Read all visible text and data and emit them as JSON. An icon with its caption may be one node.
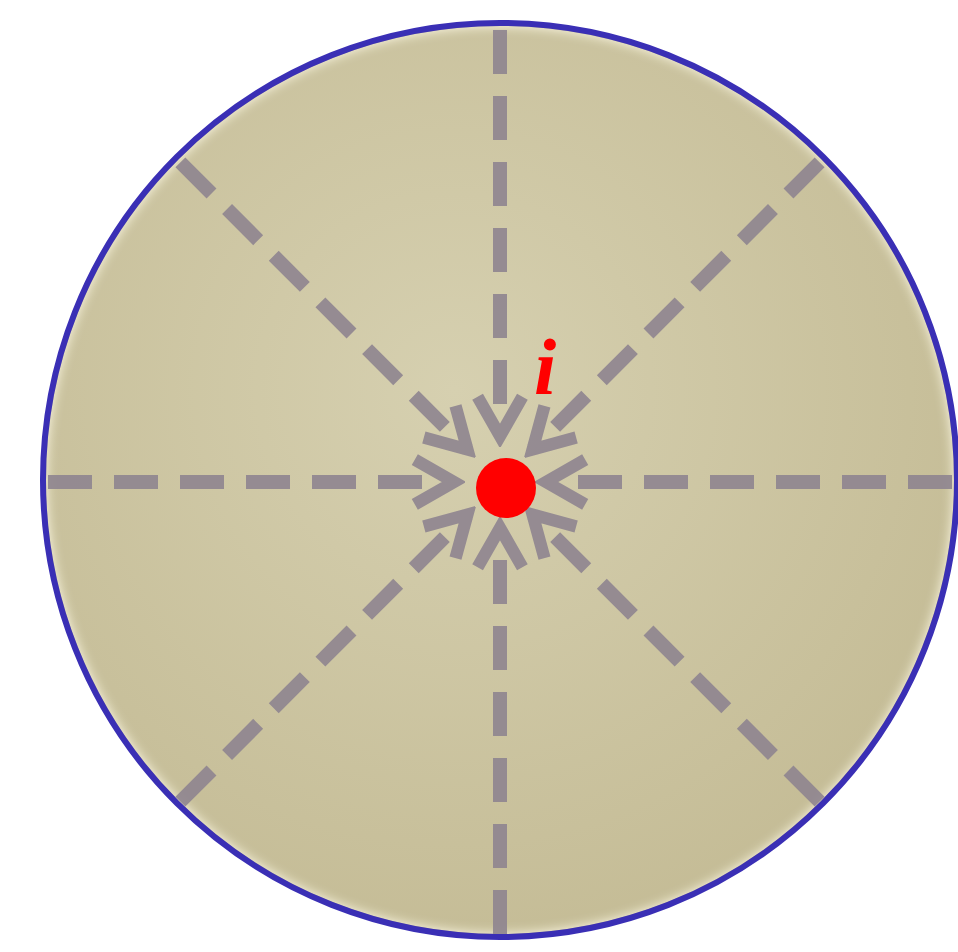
{
  "diagram": {
    "nodes": [
      {
        "text": [],
        "shape": "circle"
      },
      {
        "text": [],
        "shape": "circle",
        "in": 0,
        "beside": [
          "i"
        ]
      }
    ],
    "edges": [
      {
        "from": null,
        "to": 1,
        "arrow": "to",
        "style": "dashed"
      },
      {
        "from": null,
        "to": 1,
        "arrow": "to",
        "style": "dashed"
      },
      {
        "from": null,
        "to": 1,
        "arrow": "to",
        "style": "dashed"
      },
      {
        "from": null,
        "to": 1,
        "arrow": "to",
        "style": "dashed"
      },
      {
        "from": null,
        "to": 1,
        "arrow": "to",
        "style": "dashed"
      },
      {
        "from": null,
        "to": 1,
        "arrow": "to",
        "style": "dashed"
      },
      {
        "from": null,
        "to": 1,
        "arrow": "to",
        "style": "dashed"
      },
      {
        "from": null,
        "to": 1,
        "arrow": "to",
        "style": "dashed"
      }
    ]
  }
}
